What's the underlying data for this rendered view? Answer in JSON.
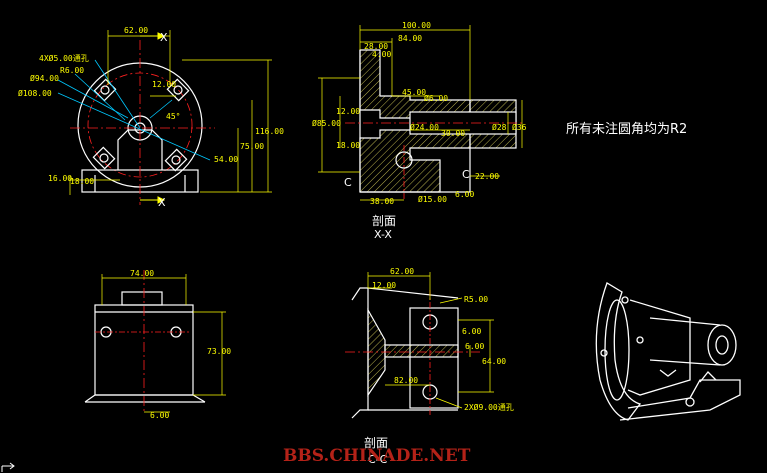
{
  "note": "所有未注圆角均为R2",
  "watermark": "BBS.CHINADE.NET",
  "view_top_left": {
    "axis_label_top": "X",
    "axis_label_bottom": "X",
    "dims": [
      "62.00",
      "4XØ5.00通孔",
      "R6.00",
      "Ø94.00",
      "Ø108.00",
      "12.00",
      "45°",
      "54.00",
      "75.00",
      "116.00",
      "16.00",
      "18.00"
    ]
  },
  "view_section_xx": {
    "dims": [
      "100.00",
      "28.00",
      "84.00",
      "4.00",
      "45.00",
      "Ø6.00",
      "12.00",
      "Ø85.00",
      "Ø24.00",
      "30.00",
      "Ø28",
      "Ø36",
      "18.00",
      "Ø15.00",
      "22.00",
      "6.00",
      "38.00"
    ],
    "cut_label_left": "C",
    "cut_label_right": "C",
    "caption_line1": "剖面",
    "caption_line2": "X-X"
  },
  "view_bottom_left": {
    "dims": [
      "74.00",
      "73.00",
      "6.00"
    ]
  },
  "view_section_cc": {
    "dims": [
      "62.00",
      "12.00",
      "R5.00",
      "6.00",
      "6.00",
      "64.00",
      "82.00",
      "2XØ9.00通孔"
    ],
    "caption_line1": "剖面",
    "caption_line2": "C-C"
  },
  "colors": {
    "background": "#000000",
    "outline": "#ffffff",
    "dimension": "#ffff00",
    "centerline": "#ff2020",
    "leader": "#00c8ff",
    "hatch": "#e8e060",
    "watermark": "#b42218"
  }
}
